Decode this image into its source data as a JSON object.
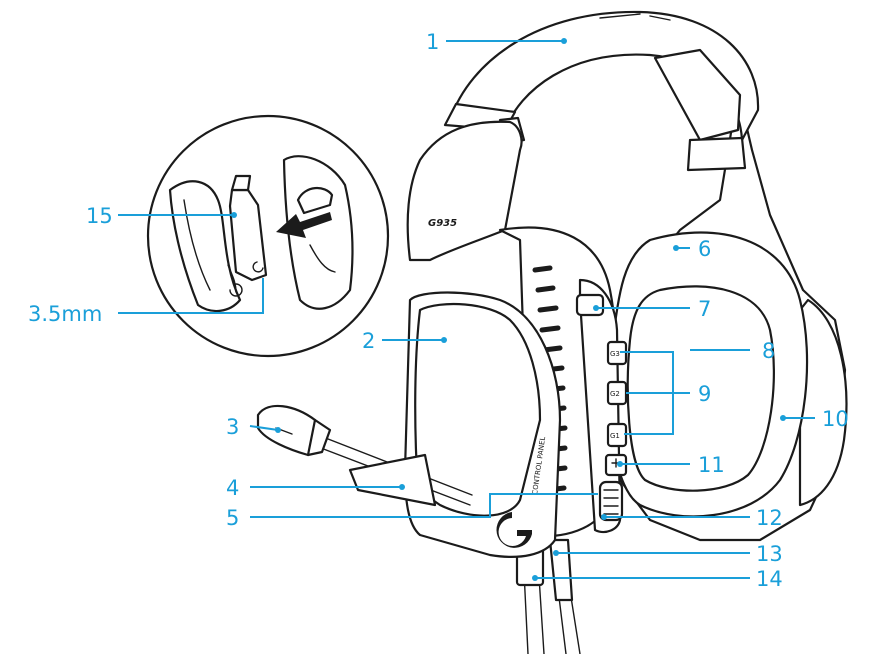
{
  "figure": {
    "model_label": "G935",
    "control_panel_label": "CONTROL PANEL",
    "button_labels": [
      "G3",
      "G2",
      "G1"
    ]
  },
  "callouts": [
    {
      "id": "c1",
      "label": "1"
    },
    {
      "id": "c2",
      "label": "2"
    },
    {
      "id": "c3",
      "label": "3"
    },
    {
      "id": "c4",
      "label": "4"
    },
    {
      "id": "c5",
      "label": "5"
    },
    {
      "id": "c6",
      "label": "6"
    },
    {
      "id": "c7",
      "label": "7"
    },
    {
      "id": "c8",
      "label": "8"
    },
    {
      "id": "c9",
      "label": "9"
    },
    {
      "id": "c10",
      "label": "10"
    },
    {
      "id": "c11",
      "label": "11"
    },
    {
      "id": "c12",
      "label": "12"
    },
    {
      "id": "c13",
      "label": "13"
    },
    {
      "id": "c14",
      "label": "14"
    },
    {
      "id": "c15",
      "label": "15"
    },
    {
      "id": "c35",
      "label": "3.5mm"
    }
  ],
  "colors": {
    "callout": "#1a9fd9",
    "ink": "#1b1b1b",
    "background": "#ffffff"
  }
}
